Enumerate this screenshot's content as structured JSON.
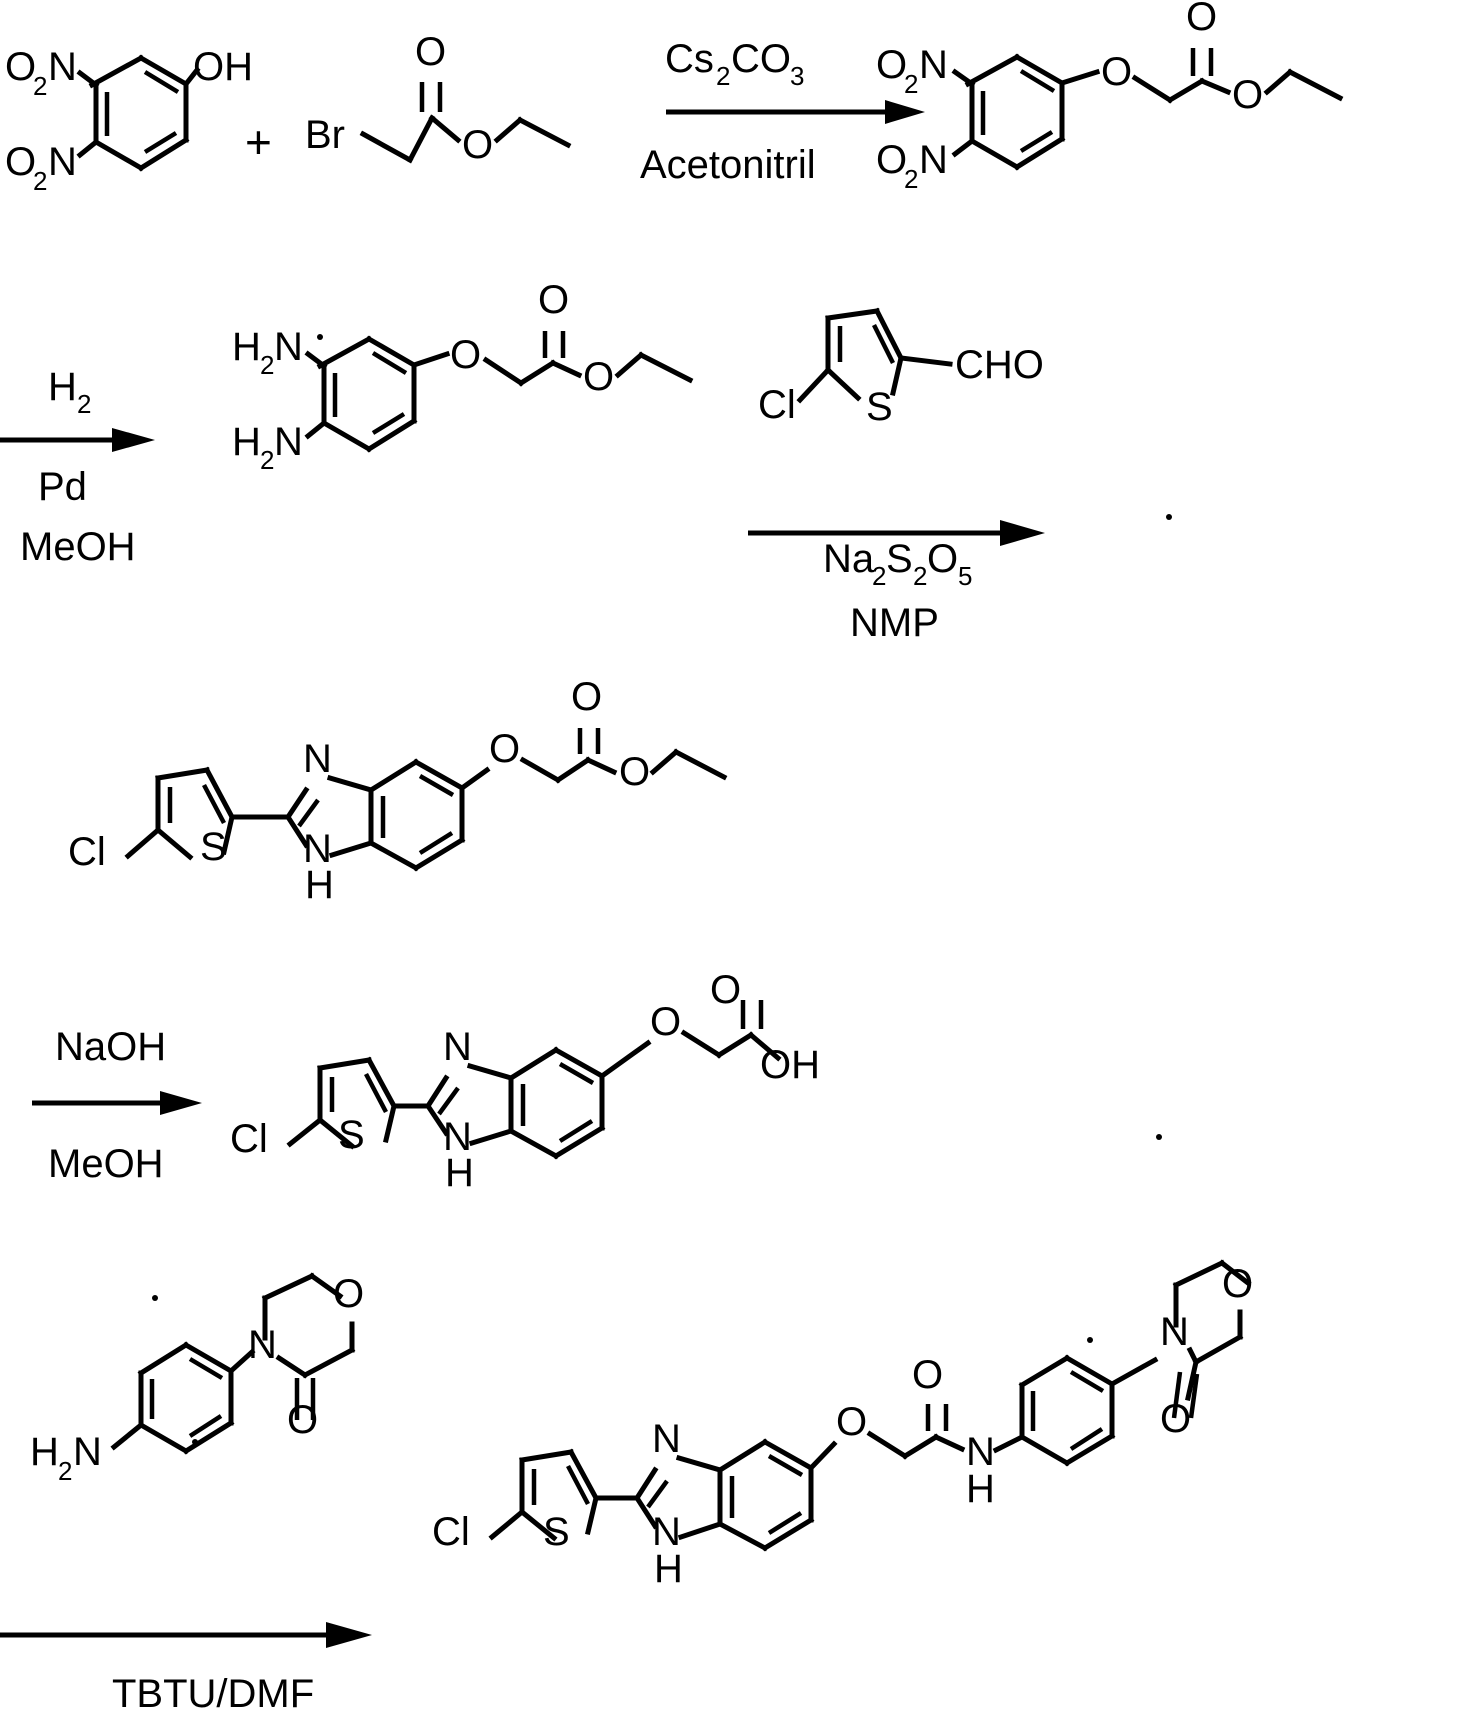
{
  "document": {
    "type": "chemical-reaction-scheme",
    "title": "Synthesis scheme of 2-[5-(5-chlorothiophen-2-yl)-1H-benzimidazol-5-yloxy]-N-[4-(3-oxomorpholin-4-yl)phenyl]acetamide",
    "background_color": "#ffffff",
    "ink_color": "#000000",
    "step_count": 5
  },
  "steps": [
    {
      "id": "step-1",
      "reagent_above": "Cs2CO3",
      "reagent_above_parts": [
        {
          "t": "Cs",
          "sub": false
        },
        {
          "t": "2",
          "sub": true
        },
        {
          "t": "CO",
          "sub": false
        },
        {
          "t": "3",
          "sub": true
        }
      ],
      "reagent_below": "Acetonitril",
      "plus_symbol": "+"
    },
    {
      "id": "step-2",
      "reagent_above": "H2",
      "reagent_below_line1": "Pd",
      "reagent_below_line2": "MeOH"
    },
    {
      "id": "step-3",
      "reagent_below_line1": "Na2S2O5",
      "reagent_below_line2": "NMP"
    },
    {
      "id": "step-4",
      "reagent_above": "NaOH",
      "reagent_below": "MeOH"
    },
    {
      "id": "step-5",
      "reagent_below": "TBTU/DMF"
    }
  ],
  "labels": {
    "nitro": "O",
    "nitro_sub": "2",
    "nitro_n": "N",
    "hydroxyl": "OH",
    "bromo": "Br",
    "oxygen": "O",
    "amine_h": "H",
    "amine_sub": "2",
    "amine_n": "N",
    "chloro": "Cl",
    "sulfur": "S",
    "nitrogen": "N",
    "hydrogen": "H",
    "aldehyde": "CHO",
    "acid_oh": "OH",
    "cs": "Cs",
    "two": "2",
    "co": "CO",
    "three": "3",
    "acetonitril": "Acetonitril",
    "h_label": "H",
    "pd": "Pd",
    "meoh": "MeOH",
    "na": "Na",
    "s_label": "S",
    "o_label": "O",
    "five": "5",
    "nmp": "NMP",
    "naoh": "NaOH",
    "tbtu_dmf": "TBTU/DMF"
  },
  "molecules": [
    {
      "id": "mol-1",
      "name": "3,4-dinitrophenol",
      "row": 1,
      "atom_labels": [
        "O2N",
        "O2N",
        "OH"
      ]
    },
    {
      "id": "mol-2",
      "name": "ethyl bromoacetate",
      "row": 1,
      "atom_labels": [
        "Br",
        "O",
        "O"
      ]
    },
    {
      "id": "mol-3",
      "name": "ethyl 2-(3,4-dinitrophenoxy)acetate",
      "row": 1,
      "atom_labels": [
        "O2N",
        "O2N",
        "O",
        "O",
        "O"
      ]
    },
    {
      "id": "mol-4",
      "name": "ethyl 2-(3,4-diaminophenoxy)acetate",
      "row": 2,
      "atom_labels": [
        "H2N",
        "H2N",
        "O",
        "O",
        "O"
      ]
    },
    {
      "id": "mol-5",
      "name": "5-chlorothiophene-2-carbaldehyde",
      "row": 2,
      "atom_labels": [
        "Cl",
        "S",
        "CHO"
      ]
    },
    {
      "id": "mol-6",
      "name": "ethyl 2-[2-(5-chlorothiophen-2-yl)-1H-benzimidazol-5-yloxy]acetate",
      "row": 3,
      "atom_labels": [
        "Cl",
        "S",
        "N",
        "N",
        "H",
        "O",
        "O",
        "O"
      ]
    },
    {
      "id": "mol-7",
      "name": "2-[2-(5-chlorothiophen-2-yl)-1H-benzimidazol-5-yloxy]acetic acid",
      "row": 4,
      "atom_labels": [
        "Cl",
        "S",
        "N",
        "N",
        "H",
        "O",
        "O",
        "OH"
      ]
    },
    {
      "id": "mol-8",
      "name": "4-(4-aminophenyl)morpholin-3-one",
      "row": 5,
      "atom_labels": [
        "H2N",
        "N",
        "O",
        "O"
      ]
    },
    {
      "id": "mol-9",
      "name": "2-[2-(5-chlorothiophen-2-yl)-1H-benzimidazol-5-yloxy]-N-[4-(3-oxomorpholin-4-yl)phenyl]acetamide",
      "row": 5,
      "atom_labels": [
        "Cl",
        "S",
        "N",
        "N",
        "H",
        "O",
        "O",
        "N",
        "H",
        "N",
        "O",
        "O"
      ]
    }
  ]
}
